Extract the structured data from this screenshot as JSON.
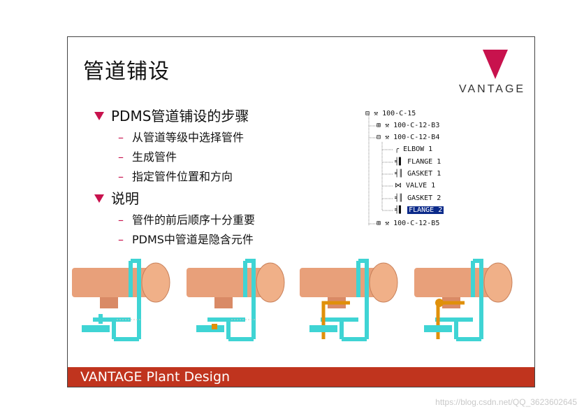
{
  "slide": {
    "title": "管道铺设",
    "brand": "VANTAGE",
    "footer": "VANTAGE Plant Design",
    "bullets": [
      {
        "text": "PDMS管道铺设的步骤",
        "sub": [
          "从管道等级中选择管件",
          "生成管件",
          "指定管件位置和方向"
        ]
      },
      {
        "text": "说明",
        "sub": [
          "管件的前后顺序十分重要",
          "PDMS中管道是隐含元件"
        ]
      }
    ],
    "tree": [
      {
        "label": "100-C-15",
        "level": 0,
        "toggle": "⊟"
      },
      {
        "label": "100-C-12-B3",
        "level": 1,
        "toggle": "⊞"
      },
      {
        "label": "100-C-12-B4",
        "level": 1,
        "toggle": "⊟"
      },
      {
        "label": "ELBOW 1",
        "level": 2,
        "icon": "elbow-icon"
      },
      {
        "label": "FLANGE 1",
        "level": 2,
        "icon": "flange-icon"
      },
      {
        "label": "GASKET 1",
        "level": 2,
        "icon": "gasket-icon"
      },
      {
        "label": "VALVE 1",
        "level": 2,
        "icon": "valve-icon"
      },
      {
        "label": "GASKET 2",
        "level": 2,
        "icon": "gasket-icon"
      },
      {
        "label": "FLANGE 2",
        "level": 2,
        "icon": "flange-icon",
        "selected": true
      },
      {
        "label": "100-C-12-B5",
        "level": 1,
        "toggle": "⊞"
      }
    ]
  },
  "watermark": "https://blog.csdn.net/QQ_3623602645",
  "colors": {
    "accent": "#c8124d",
    "footer": "#c0341e",
    "vessel": "#e8a07a",
    "pipe": "#3fd4d4",
    "new_pipe": "#e0900a"
  }
}
